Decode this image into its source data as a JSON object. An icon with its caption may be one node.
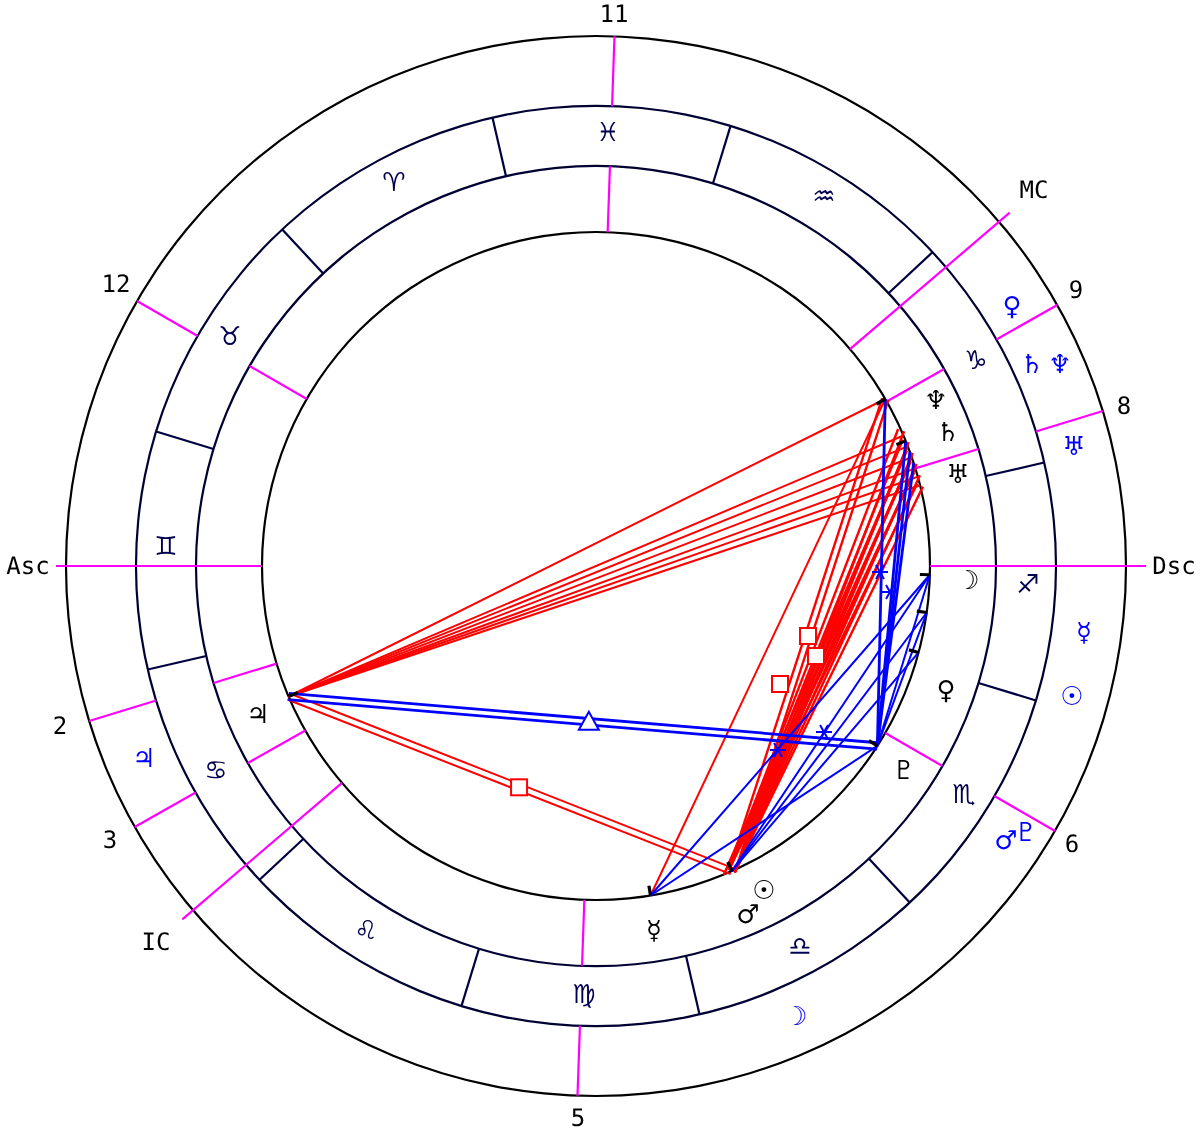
{
  "diagram": {
    "labels": [
      "11",
      "♓",
      "♈",
      "♒",
      "MC",
      "12",
      "♀",
      "9",
      "♉",
      "♑",
      "♄",
      "♆",
      "♆",
      "8",
      "♄",
      "♅",
      "♅",
      "Asc",
      "♊",
      "☽",
      "♐",
      "Dsc",
      "☿",
      "♀",
      "☉",
      "2",
      "♃",
      "♃",
      "♋",
      "♇",
      "♏",
      "3",
      "♂",
      "♇",
      "6",
      "☉",
      "♂",
      "IC",
      "♌",
      "☿",
      "♎",
      "♍",
      "☽",
      "5"
    ]
  }
}
